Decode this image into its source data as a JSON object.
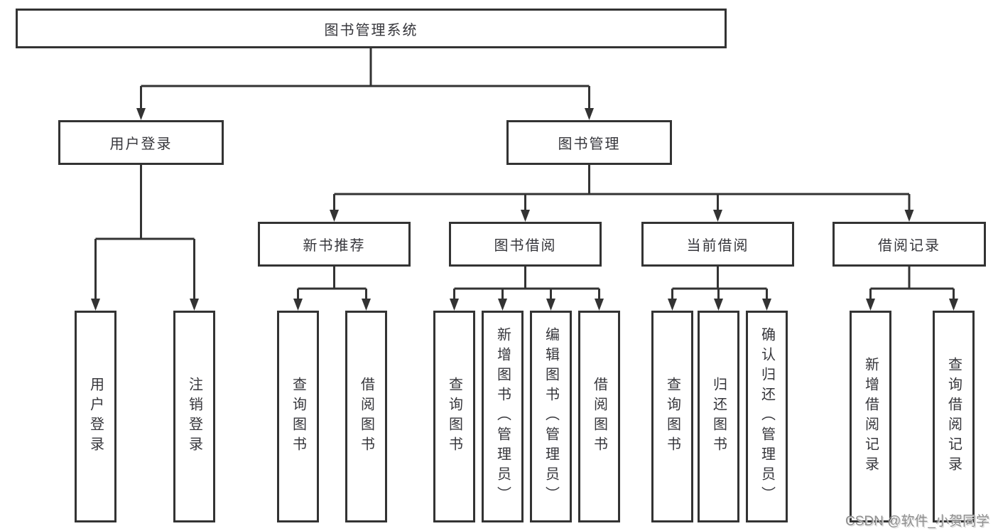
{
  "colors": {
    "line": "#333333",
    "box_border": "#333333",
    "text": "#36363b",
    "background": "#ffffff",
    "watermark": "#8f8f8f"
  },
  "watermark": {
    "text": "CSDN @软件_小贺同学"
  },
  "tree": {
    "label": "图书管理系统",
    "children": [
      {
        "label": "用户登录",
        "children": [
          {
            "label": "用户登录"
          },
          {
            "label": "注销登录"
          }
        ]
      },
      {
        "label": "图书管理",
        "children": [
          {
            "label": "新书推荐",
            "children": [
              {
                "label": "查询图书"
              },
              {
                "label": "借阅图书"
              }
            ]
          },
          {
            "label": "图书借阅",
            "children": [
              {
                "label": "查询图书"
              },
              {
                "label": "新增图书（管理员）"
              },
              {
                "label": "编辑图书（管理员）"
              },
              {
                "label": "借阅图书"
              }
            ]
          },
          {
            "label": "当前借阅",
            "children": [
              {
                "label": "查询图书"
              },
              {
                "label": "归还图书"
              },
              {
                "label": "确认归还（管理员）"
              }
            ]
          },
          {
            "label": "借阅记录",
            "children": [
              {
                "label": "新增借阅记录"
              },
              {
                "label": "查询借阅记录"
              }
            ]
          }
        ]
      }
    ]
  }
}
